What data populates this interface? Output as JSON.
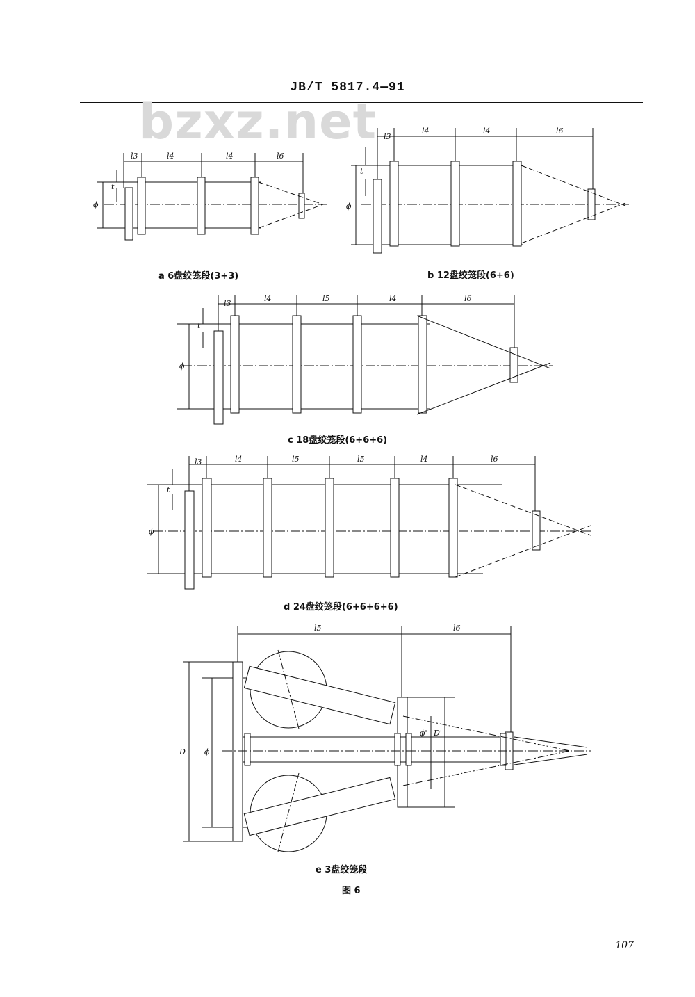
{
  "header": {
    "title": "JB/T 5817.4—91"
  },
  "watermark": "bzxz.net",
  "figures": {
    "a": {
      "caption": "a 6盘绞笼段(3+3)",
      "dims": [
        "l3",
        "l4",
        "l4",
        "l6"
      ],
      "dim_t": "t",
      "dim_phi": "ϕ"
    },
    "b": {
      "caption": "b 12盘绞笼段(6+6)",
      "dims": [
        "l3",
        "l4",
        "l4",
        "l6"
      ],
      "dim_t": "t",
      "dim_phi": "ϕ"
    },
    "c": {
      "caption": "c 18盘绞笼段(6+6+6)",
      "dims": [
        "l3",
        "l4",
        "l5",
        "l4",
        "l6"
      ],
      "dim_t": "t",
      "dim_phi": "ϕ"
    },
    "d": {
      "caption": "d 24盘绞笼段(6+6+6+6)",
      "dims": [
        "l3",
        "l4",
        "l5",
        "l5",
        "l4",
        "l6"
      ],
      "dim_t": "t",
      "dim_phi": "ϕ"
    },
    "e": {
      "caption": "e 3盘绞笼段",
      "dims": [
        "l5",
        "l6"
      ],
      "dim_D": "D",
      "dim_phi": "ϕ",
      "dim_Dp": "D'",
      "dim_phip": "ϕ'"
    }
  },
  "figure_title": "图 6",
  "page_number": "107"
}
